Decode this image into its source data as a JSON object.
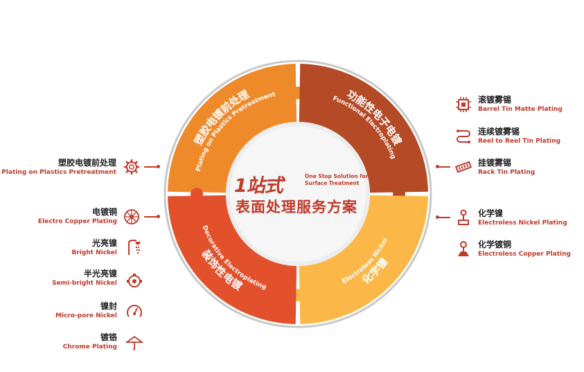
{
  "center": {
    "logo_big": "1站式",
    "logo_small_1": "One Stop Solution for",
    "logo_small_2": "Surface Treatment",
    "title": "表面处理服务方案"
  },
  "segments": [
    {
      "cn": "塑胶电镀前处理",
      "en": "Plating on Plastics Pretreatment",
      "color": "#ef8a2b"
    },
    {
      "cn": "功能性电子电镀",
      "en": "Functional Electroplating",
      "color": "#b54a26"
    },
    {
      "cn": "化学镍",
      "en": "Electroless Nickel",
      "color": "#fbb848"
    },
    {
      "cn": "装饰性电镀",
      "en": "Decorative Electroplating",
      "color": "#e2512b"
    }
  ],
  "left_items": [
    {
      "cn": "塑胶电镀前处理",
      "en": "Plating on Plastics Pretreatment",
      "icon": "gear-icon"
    },
    {
      "cn": "电镀铜",
      "en": "Electro Copper Plating",
      "icon": "wheel-icon"
    },
    {
      "cn": "光亮镍",
      "en": "Bright Nickel",
      "icon": "shower-icon"
    },
    {
      "cn": "半光亮镍",
      "en": "Semi-bright Nickel",
      "icon": "faucet-icon"
    },
    {
      "cn": "镍封",
      "en": "Micro-pore Nickel",
      "icon": "gauge-icon"
    },
    {
      "cn": "镀铬",
      "en": "Chrome Plating",
      "icon": "umbrella-icon"
    }
  ],
  "right_items": [
    {
      "cn": "滚镀雾锡",
      "en": "Barrel Tin Matte Plating",
      "icon": "chip-icon"
    },
    {
      "cn": "连续镀雾锡",
      "en": "Reel to Reel Tin Plating",
      "icon": "reel-icon"
    },
    {
      "cn": "挂镀雾锡",
      "en": "Rack Tin Plating",
      "icon": "rack-icon"
    },
    {
      "cn": "化学镍",
      "en": "Electroless Nickel Plating",
      "icon": "joystick-icon"
    },
    {
      "cn": "化学镀铜",
      "en": "Electroless Copper Plating",
      "icon": "lamp-icon"
    }
  ]
}
